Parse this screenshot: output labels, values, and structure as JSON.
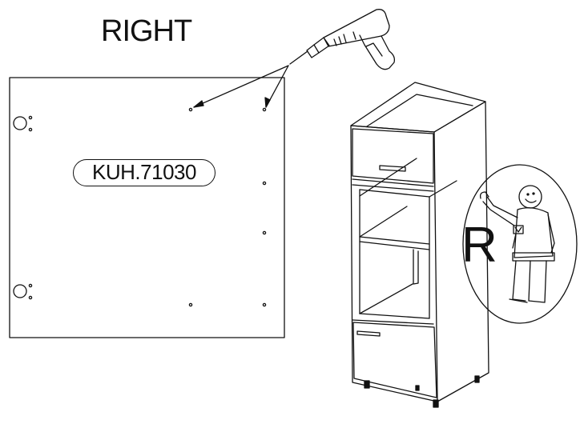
{
  "title": "RIGHT",
  "panel_code": "KUH.71030",
  "side_marker": "R",
  "icons": [
    "drill-icon",
    "assembler-person-icon",
    "tall-cabinet-illustration"
  ],
  "colors": {
    "line": "#111111",
    "background": "#ffffff"
  }
}
